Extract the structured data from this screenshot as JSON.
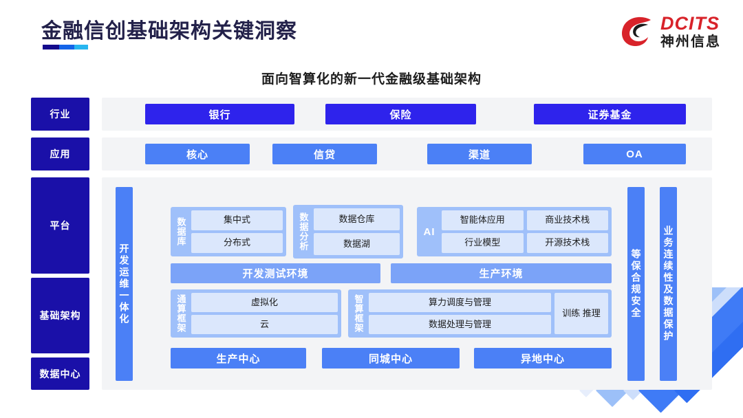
{
  "header": {
    "title": "金融信创基础架构关键洞察",
    "logo_en": "DCITS",
    "logo_cn": "神州信息"
  },
  "subtitle": "面向智算化的新一代金融级基础架构",
  "colors": {
    "navy": "#1a10a8",
    "vivid_blue": "#2e23ec",
    "blue": "#4b80f6",
    "light_blue": "#7ba3f8",
    "pale_blue": "#9fc0fa",
    "cell": "#dbe7fc",
    "band": "#f3f4f6",
    "logo_red": "#d8232a"
  },
  "layers": [
    {
      "key": "industry",
      "label": "行业"
    },
    {
      "key": "application",
      "label": "应用"
    },
    {
      "key": "platform",
      "label": "平台"
    },
    {
      "key": "infrastructure",
      "label": "基础架构"
    },
    {
      "key": "datacenter",
      "label": "数据中心"
    }
  ],
  "industry": {
    "items": [
      "银行",
      "保险",
      "证券基金"
    ]
  },
  "application": {
    "items": [
      "核心",
      "信贷",
      "渠道",
      "OA"
    ]
  },
  "platform": {
    "devops_bar": "开发运维一体化",
    "security_bar": "等保合规安全",
    "continuity_bar": "业务连续性及数据保护",
    "groups": {
      "database": {
        "label": "数据库",
        "cells": [
          "集中式",
          "分布式"
        ]
      },
      "data_analysis": {
        "label": "数据分析",
        "cells": [
          "数据仓库",
          "数据湖"
        ]
      },
      "ai": {
        "label": "AI",
        "col_left": [
          "智能体应用",
          "行业模型"
        ],
        "col_right": [
          "商业技术栈",
          "开源技术栈"
        ]
      },
      "general_compute": {
        "label": "通算框架",
        "cells": [
          "虚拟化",
          "云"
        ]
      },
      "smart_compute": {
        "label": "智算框架",
        "cells": [
          "算力调度与管理",
          "数据处理与管理"
        ],
        "side_cell": "训练\n推理"
      }
    },
    "environments": [
      "开发测试环境",
      "生产环境"
    ],
    "datacenters": [
      "生产中心",
      "同城中心",
      "异地中心"
    ]
  }
}
